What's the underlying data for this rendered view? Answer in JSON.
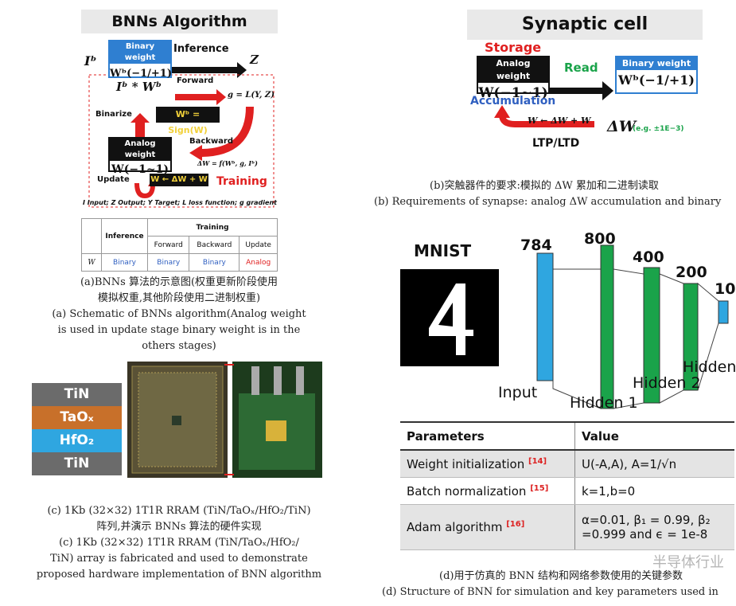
{
  "panel_a": {
    "title": "BNNs Algorithm",
    "binary_weight_head": "Binary weight",
    "binary_weight_value": "Wᵇ(−1/+1)",
    "input_label": "Iᵇ",
    "output_label": "Z",
    "inference_label": "Inference",
    "product_label": "Iᵇ * Wᵇ",
    "forward_label": "Forward",
    "loss_label": "g = L(Y, Z)",
    "binarize_label": "Binarize",
    "sign_eq": "Wᵇ = Sign(W)",
    "analog_weight_head": "Analog weight",
    "analog_weight_value": "W(−1~1)",
    "backward_label": "Backward",
    "delta_eq": "ΔW = f(Wᵇ, g, Iᵇ)",
    "update_label": "Update",
    "update_eq": "W ← ΔW + W",
    "training_label": "Training",
    "legend": "I Input; Z Output; Y Target; L loss function; g gradient",
    "table": {
      "training_header": "Training",
      "inference_header": "Inference",
      "sub_headers": [
        "Forward",
        "Backward",
        "Update"
      ],
      "row_label": "W",
      "row_values": [
        "Binary",
        "Binary",
        "Binary",
        "Analog"
      ]
    },
    "caption_lines": [
      "(a)BNNs 算法的示意图(权重更新阶段使用",
      "模拟权重,其他阶段使用二进制权重)",
      "(a) Schematic of BNNs algorithm(Analog weight",
      "is used in update stage binary weight is in the",
      "others stages)"
    ]
  },
  "panel_b": {
    "title": "Synaptic cell",
    "storage_label": "Storage",
    "analog_weight_head": "Analog weight",
    "analog_weight_value": "W(−1~1)",
    "read_label": "Read",
    "binary_weight_head": "Binary weight",
    "binary_weight_value": "Wᵇ(−1/+1)",
    "accumulation_label": "Accumulation",
    "update_eq": "W ← ΔW + W",
    "delta_label": "ΔW",
    "delta_example": "(e.g. ±1E−3)",
    "ltp_label": "LTP/LTD",
    "caption_lines": [
      "(b)突触器件的要求:模拟的 ΔW 累加和二进制读取",
      "(b) Requirements of synapse: analog ΔW accumulation and binary"
    ]
  },
  "panel_c": {
    "layers": [
      {
        "label": "TiN",
        "color": "#6b6b6b"
      },
      {
        "label": "TaOₓ",
        "color": "#c8702a"
      },
      {
        "label": "HfO₂",
        "color": "#2fa6e0"
      },
      {
        "label": "TiN",
        "color": "#6b6b6b"
      }
    ],
    "caption_lines": [
      "(c) 1Kb (32×32) 1T1R RRAM (TiN/TaOₓ/HfO₂/TiN)",
      "阵列,并演示 BNNs 算法的硬件实现",
      "(c) 1Kb (32×32) 1T1R RRAM (TiN/TaOₓ/HfO₂/",
      "TiN) array is fabricated and used to demonstrate",
      "proposed hardware implementation of BNN algorithm"
    ]
  },
  "panel_d": {
    "dataset_label": "MNIST",
    "layer_sizes": [
      "784",
      "800",
      "400",
      "200",
      "10"
    ],
    "layer_names": [
      "Input",
      "Hidden 1",
      "Hidden 2",
      "Hidden"
    ],
    "table": {
      "headers": [
        "Parameters",
        "Value"
      ],
      "rows": [
        {
          "param": "Weight initialization",
          "ref": "[14]",
          "value": "U(-A,A), A=1/√n"
        },
        {
          "param": "Batch normalization",
          "ref": "[15]",
          "value": "k=1,b=0"
        },
        {
          "param": "Adam algorithm",
          "ref": "[16]",
          "value": "α=0.01, β₁ = 0.99, β₂",
          "value2": "=0.999 and ϵ = 1e-8"
        }
      ]
    },
    "caption_lines": [
      "(d)用于仿真的 BNN 结构和网络参数使用的关键参数",
      "(d) Structure of BNN for simulation and key parameters used in"
    ]
  },
  "watermark": "半导体行业",
  "colors": {
    "blue": "#2f7fd1",
    "red": "#e02020",
    "green": "#1aa34a",
    "yellow": "#f2d13a"
  }
}
